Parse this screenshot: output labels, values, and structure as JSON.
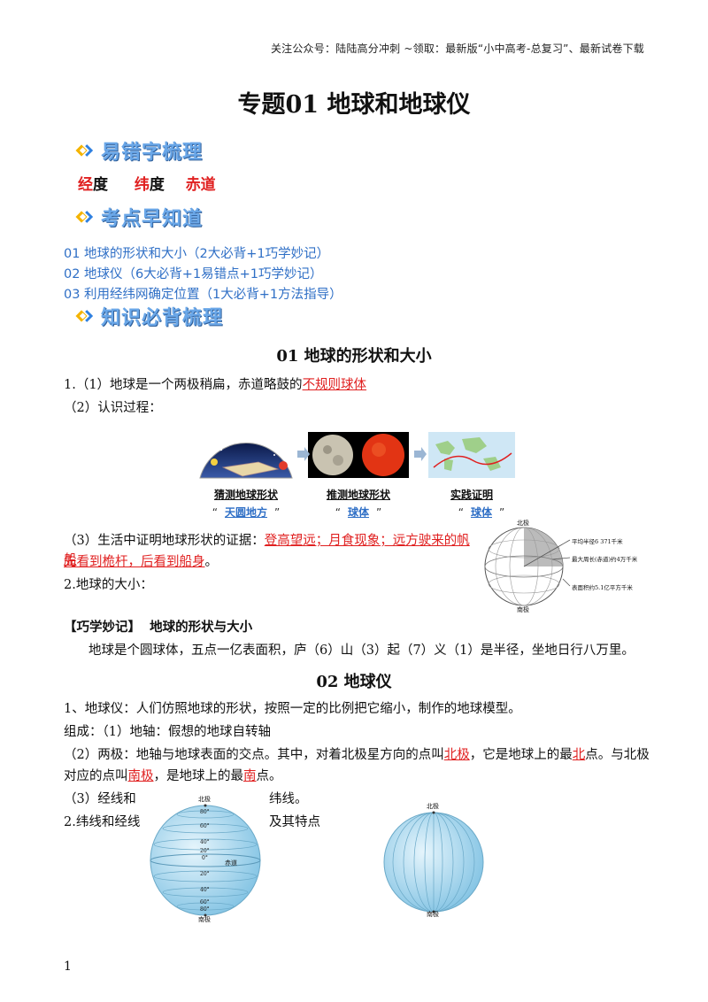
{
  "header": {
    "note": "关注公众号：陆陆高分冲刺  ~领取：最新版“小中高考-总复习”、最新试卷下载"
  },
  "title": "专题01  地球和地球仪",
  "banners": {
    "typo": "易错字梳理",
    "points": "考点早知道",
    "knowledge": "知识必背梳理"
  },
  "typo_terms": [
    {
      "red": "经",
      "black": "度"
    },
    {
      "red": "纬",
      "black": "度"
    },
    {
      "red": "赤道",
      "black": ""
    }
  ],
  "toc": [
    "01  地球的形状和大小（2大必背+1巧学妙记）",
    "02  地球仪（6大必背+1易错点+1巧学妙记）",
    "03  利用经纬网确定位置（1大必背+1方法指导）"
  ],
  "section1": {
    "title": "01 地球的形状和大小",
    "p1_prefix": "1.（1）地球是一个两极稍扁，赤道略鼓的",
    "p1_red": "不规则球体",
    "p2": "（2）认识过程：",
    "stages": [
      {
        "caption": "猜测地球形状",
        "quote_open": "“",
        "quote_value": "天圆地方",
        "quote_close": "”"
      },
      {
        "caption": "推测地球形状",
        "quote_open": "“",
        "quote_value": "球体",
        "quote_close": "”"
      },
      {
        "caption": "实践证明",
        "quote_open": "“",
        "quote_value": "球体",
        "quote_close": "”"
      }
    ],
    "p3_prefix": "（3）生活中证明地球形状的证据：",
    "p3_red1": "登高望远；月食现象；远方驶来的帆船",
    "p3_red2": "先看到桅杆，后看到船身",
    "p3_suffix": "。",
    "p4": "2.地球的大小：",
    "globe_labels": {
      "north": "北极",
      "south": "南极",
      "r1": "平均半径6 371千米",
      "r2": "最大周长(赤道)约4万千米",
      "r3": "表面积约5.1亿平方千米"
    },
    "tip_label": "【巧学妙记】",
    "tip_title": "地球的形状与大小",
    "tip_text": "地球是个圆球体，五点一亿表面积，庐（6）山（3）起（7）义（1）是半径，坐地日行八万里。"
  },
  "section2": {
    "title": "02  地球仪",
    "p1": "1、地球仪：人们仿照地球的形状，按照一定的比例把它缩小，制作的地球模型。",
    "p2": "组成：（1）地轴：假想的地球自转轴",
    "p3_a": "（2）两极：地轴与地球表面的交点。其中，对着北极星方向的点叫",
    "p3_red1": "北极",
    "p3_b": "，它是地球上的最",
    "p3_red2": "北",
    "p3_c": "点。与北极",
    "p4_a": "对应的点叫",
    "p4_red1": "南极",
    "p4_b": "，是地球上的最",
    "p4_red2": "南",
    "p4_c": "点。",
    "p5_a": "（3）经线和",
    "p5_b": "纬线。",
    "p6_a": "2.纬线和经线",
    "p6_b": "及其特点",
    "globe1": {
      "north": "北极",
      "south": "南极",
      "equator": "赤道",
      "lat": [
        "80°",
        "60°",
        "40°",
        "20°",
        "0°",
        "20°",
        "40°",
        "60°",
        "80°"
      ]
    },
    "globe2": {
      "north": "北极",
      "south": "南极"
    }
  },
  "page_number": "1"
}
